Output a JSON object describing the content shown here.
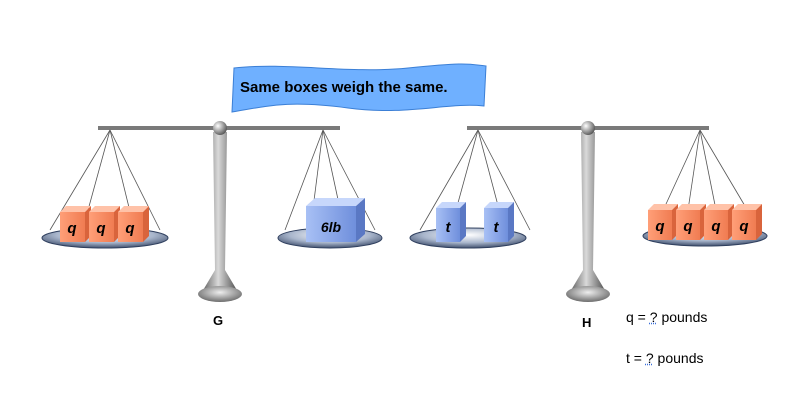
{
  "banner": {
    "text": "Same boxes weigh the same."
  },
  "scales": [
    {
      "label": "G",
      "left_pan": [
        "q",
        "q",
        "q"
      ],
      "right_pan": [
        "6lb"
      ]
    },
    {
      "label": "H",
      "left_pan": [
        "t",
        "t"
      ],
      "right_pan": [
        "q",
        "q",
        "q",
        "q"
      ]
    }
  ],
  "equations": [
    {
      "var": "q",
      "eq": " = ",
      "unknown": "?",
      "unit": " pounds"
    },
    {
      "var": "t",
      "eq": " = ",
      "unknown": "?",
      "unit": " pounds"
    }
  ],
  "colors": {
    "orange_box": "#f4916a",
    "blue_box": "#7f9ee8",
    "banner": "#6fb0ff",
    "pan": "#3a4f72",
    "stand": "#8a8a8a"
  }
}
